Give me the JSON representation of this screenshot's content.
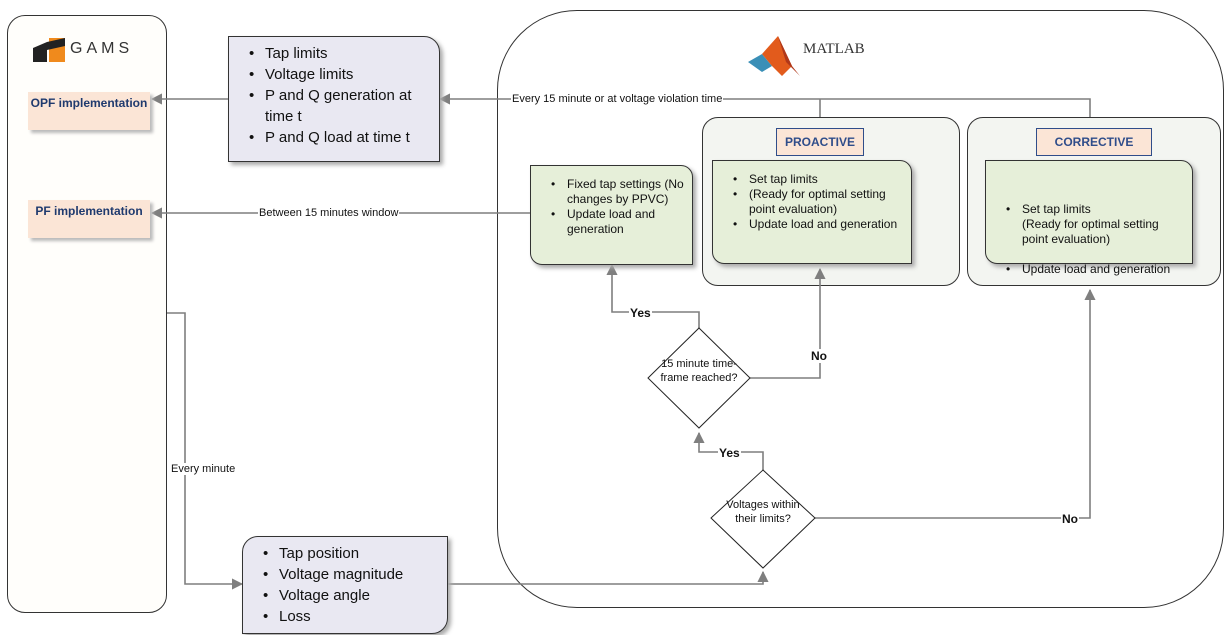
{
  "gams": {
    "logo_text": "GAMS"
  },
  "matlab": {
    "logo_text": "MATLAB",
    "logo_colors": [
      "#e25b1c",
      "#b0381a",
      "#3a8fb7"
    ]
  },
  "implementations": {
    "opf": "OPF implementation",
    "pf": "PF implementation"
  },
  "gams_inputs": [
    "Tap limits",
    "Voltage limits",
    "P and Q generation at time t",
    "P and Q load at time t"
  ],
  "gams_outputs": [
    "Tap position",
    "Voltage magnitude",
    "Voltage angle",
    "Loss"
  ],
  "fixed_box": [
    "Fixed tap settings (No changes by PPVC)",
    "Update load and generation"
  ],
  "proactive": {
    "header": "PROACTIVE",
    "items": [
      "Set tap limits",
      "(Ready for optimal setting point evaluation)",
      "Update load and generation"
    ]
  },
  "corrective": {
    "header": "CORRECTIVE",
    "items": [
      "Set tap limits\n (Ready for optimal setting point evaluation)",
      "Update load and generation"
    ]
  },
  "decisions": {
    "timeframe": "15 minute time-frame reached?",
    "voltages": "Voltages within their limits?"
  },
  "edge_labels": {
    "every_15": "Every 15 minute or at voltage violation time",
    "between_15": "Between 15 minutes window",
    "every_minute": "Every minute",
    "yes_1": "Yes",
    "yes_2": "Yes",
    "no_1": "No",
    "no_2": "No"
  },
  "colors": {
    "impl_fill": "#fbe5d6",
    "impl_text": "#1f3a6e",
    "purple_note": "#e9e8f2",
    "green_note": "#e6efd9",
    "arrow": "#7f7f7f"
  }
}
